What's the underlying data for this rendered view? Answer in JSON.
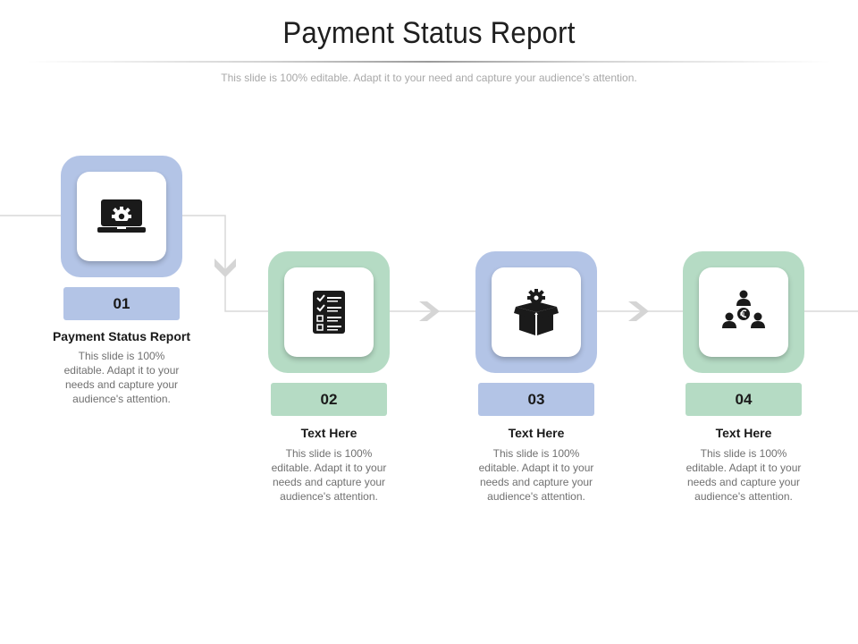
{
  "header": {
    "title": "Payment Status Report",
    "subtitle": "This slide is 100% editable. Adapt it to your need and capture your audience’s attention."
  },
  "colors": {
    "blue_tile": "#b3c4e6",
    "green_tile": "#b5dbc4",
    "connector": "#d9d9d9",
    "arrow": "#d5d5d5"
  },
  "steps": [
    {
      "number": "01",
      "title": "Payment Status Report",
      "description": "This slide is 100% editable. Adapt it to your needs and capture your audience's attention.",
      "icon": "laptop-gear-icon",
      "color": "blue"
    },
    {
      "number": "02",
      "title": "Text Here",
      "description": "This slide is 100% editable. Adapt it to your needs and capture your audience's attention.",
      "icon": "checklist-icon",
      "color": "green"
    },
    {
      "number": "03",
      "title": "Text Here",
      "description": "This slide is 100% editable. Adapt it to your needs and capture your audience's attention.",
      "icon": "box-gear-icon",
      "color": "blue"
    },
    {
      "number": "04",
      "title": "Text Here",
      "description": "This slide is 100% editable. Adapt it to your needs and capture your audience's attention.",
      "icon": "team-euro-icon",
      "color": "green"
    }
  ]
}
